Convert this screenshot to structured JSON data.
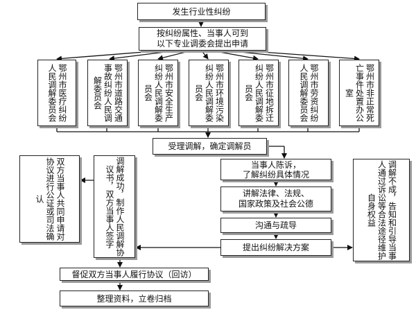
{
  "top": {
    "start": "发生行业性纠纷",
    "apply": "按纠纷属性、当事人可到\n以下专业调委会提出申请"
  },
  "committees": [
    "鄂州市医疗纠纷人民调解委员会",
    "鄂州市道路交通事故纠纷人民调解委员会",
    "鄂州市安全生产纠纷人民调解委员会",
    "鄂州市环境污染纠纷人民调解委员会",
    "鄂州市征地拆迁纠纷人民调解委员会",
    "鄂州市劳资纠纷人民调解委员会",
    "鄂州市非正常死亡事件处置办公室"
  ],
  "accept": "受理调解，确定调解员",
  "steps": {
    "s1": "当事人陈诉，\n了解纠纷具体情况",
    "s2": "讲解法律、法规、\n国家政策及社会公德",
    "s3": "沟通与疏导",
    "s4": "提出纠纷解决方案"
  },
  "success": "调解成功，制作人民调解协议书，双方当事人签字",
  "confirm": "双方当事人共同申请对协议进行公证或司法确认",
  "fail": "调解不成，告知和引导当事人通过诉讼等合法途径维护自身权益",
  "supervise": "督促双方当事人履行协议（回访）",
  "archive": "整理资料，立卷归档"
}
